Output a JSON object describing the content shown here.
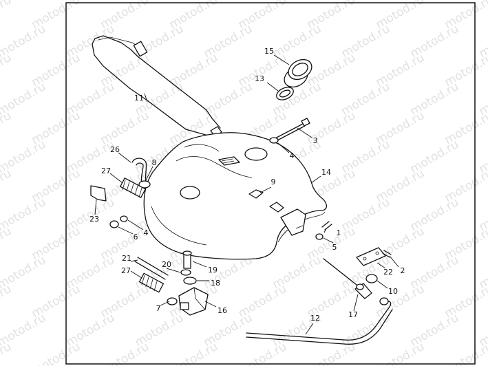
{
  "watermark": "motod.ru",
  "callouts": [
    {
      "num": "1"
    },
    {
      "num": "2"
    },
    {
      "num": "3"
    },
    {
      "num": "4"
    },
    {
      "num": "4"
    },
    {
      "num": "5"
    },
    {
      "num": "6"
    },
    {
      "num": "7"
    },
    {
      "num": "8"
    },
    {
      "num": "9"
    },
    {
      "num": "10"
    },
    {
      "num": "11"
    },
    {
      "num": "12"
    },
    {
      "num": "13"
    },
    {
      "num": "14"
    },
    {
      "num": "15"
    },
    {
      "num": "16"
    },
    {
      "num": "17"
    },
    {
      "num": "18"
    },
    {
      "num": "19"
    },
    {
      "num": "20"
    },
    {
      "num": "21"
    },
    {
      "num": "22"
    },
    {
      "num": "23"
    },
    {
      "num": "26"
    },
    {
      "num": "27"
    },
    {
      "num": "27"
    }
  ]
}
